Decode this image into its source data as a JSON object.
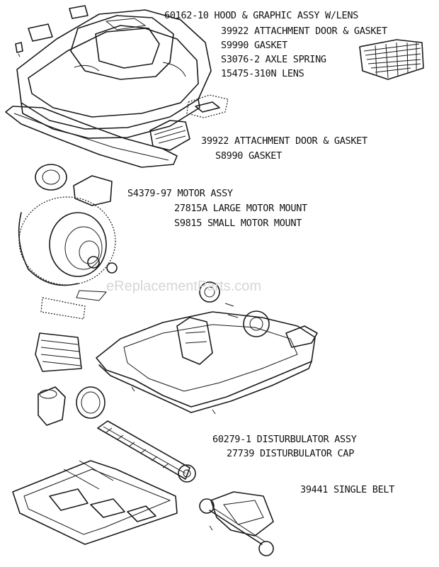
{
  "watermark": "eReplacementParts.com",
  "callouts": [
    {
      "id": "hood",
      "text": "60162-10 HOOD & GRAPHIC ASSY W/LENS"
    },
    {
      "id": "attach-door-1",
      "text": "39922 ATTACHMENT DOOR & GASKET"
    },
    {
      "id": "gasket-1",
      "text": "S9990 GASKET"
    },
    {
      "id": "axle-spring",
      "text": "S3076-2 AXLE SPRING"
    },
    {
      "id": "lens",
      "text": "15475-310N LENS"
    },
    {
      "id": "attach-door-2",
      "text": "39922 ATTACHMENT DOOR & GASKET"
    },
    {
      "id": "gasket-2",
      "text": "S8990 GASKET"
    },
    {
      "id": "motor-assy",
      "text": "S4379-97 MOTOR ASSY"
    },
    {
      "id": "large-motor-mount",
      "text": "27815A LARGE MOTOR MOUNT"
    },
    {
      "id": "small-motor-mount",
      "text": "S9815 SMALL MOTOR MOUNT"
    },
    {
      "id": "disturbulator-assy",
      "text": "60279-1 DISTURBULATOR ASSY"
    },
    {
      "id": "disturbulator-cap",
      "text": "27739 DISTURBULATOR CAP"
    },
    {
      "id": "single-belt",
      "text": "39441 SINGLE BELT"
    }
  ]
}
